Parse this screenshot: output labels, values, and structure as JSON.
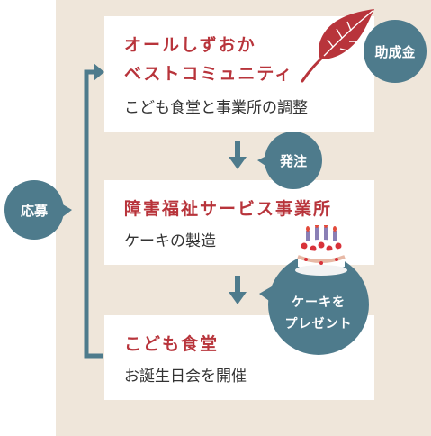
{
  "steps": [
    {
      "title_line1": "オールしずおか",
      "title_line2": "ベストコミュニティ",
      "description": "こども食堂と事業所の調整"
    },
    {
      "title_line1": "障害福祉サービス事業所",
      "description": "ケーキの製造"
    },
    {
      "title_line1": "こども食堂",
      "description": "お誕生日会を開催"
    }
  ],
  "labels": {
    "grant": "助成金",
    "order": "発注",
    "apply": "応募",
    "cake_line1": "ケーキを",
    "cake_line2": "プレゼント"
  },
  "colors": {
    "accent_red": "#b8343b",
    "teal": "#4e7b8c",
    "panel_beige": "#efe6da"
  },
  "icons": [
    "feather-icon",
    "cake-icon"
  ]
}
